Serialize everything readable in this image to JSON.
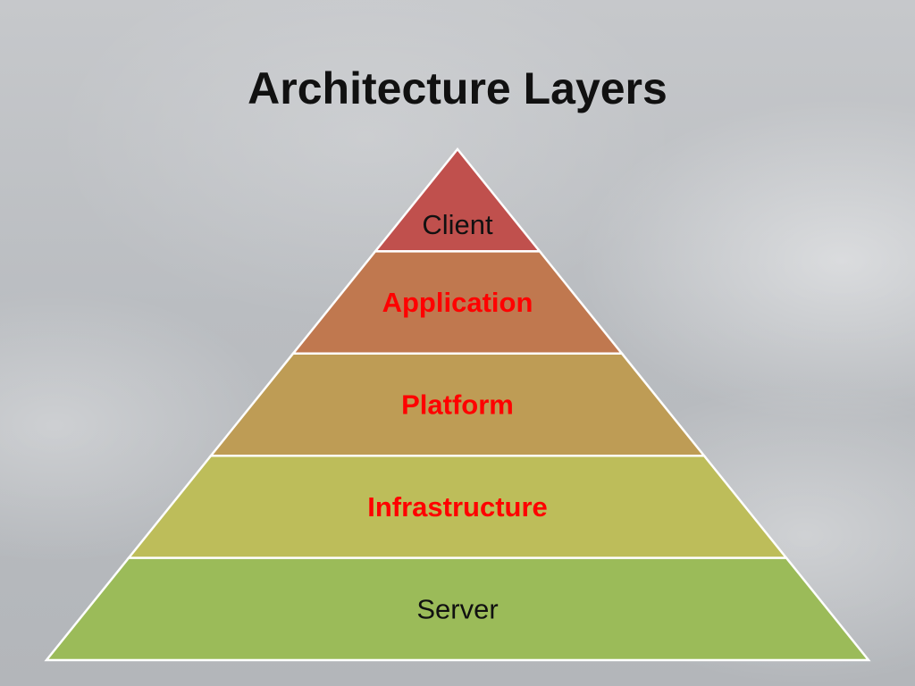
{
  "title": "Architecture Layers",
  "layers": [
    {
      "label": "Client",
      "fill": "#c0504d",
      "text_color": "#111111",
      "bold": false
    },
    {
      "label": "Application",
      "fill": "#c0784f",
      "text_color": "#ff0000",
      "bold": true
    },
    {
      "label": "Platform",
      "fill": "#be9c55",
      "text_color": "#ff0000",
      "bold": true
    },
    {
      "label": "Infrastructure",
      "fill": "#bdbd5a",
      "text_color": "#ff0000",
      "bold": true
    },
    {
      "label": "Server",
      "fill": "#9bbb59",
      "text_color": "#111111",
      "bold": false
    }
  ],
  "outline_color": "#ffffff"
}
